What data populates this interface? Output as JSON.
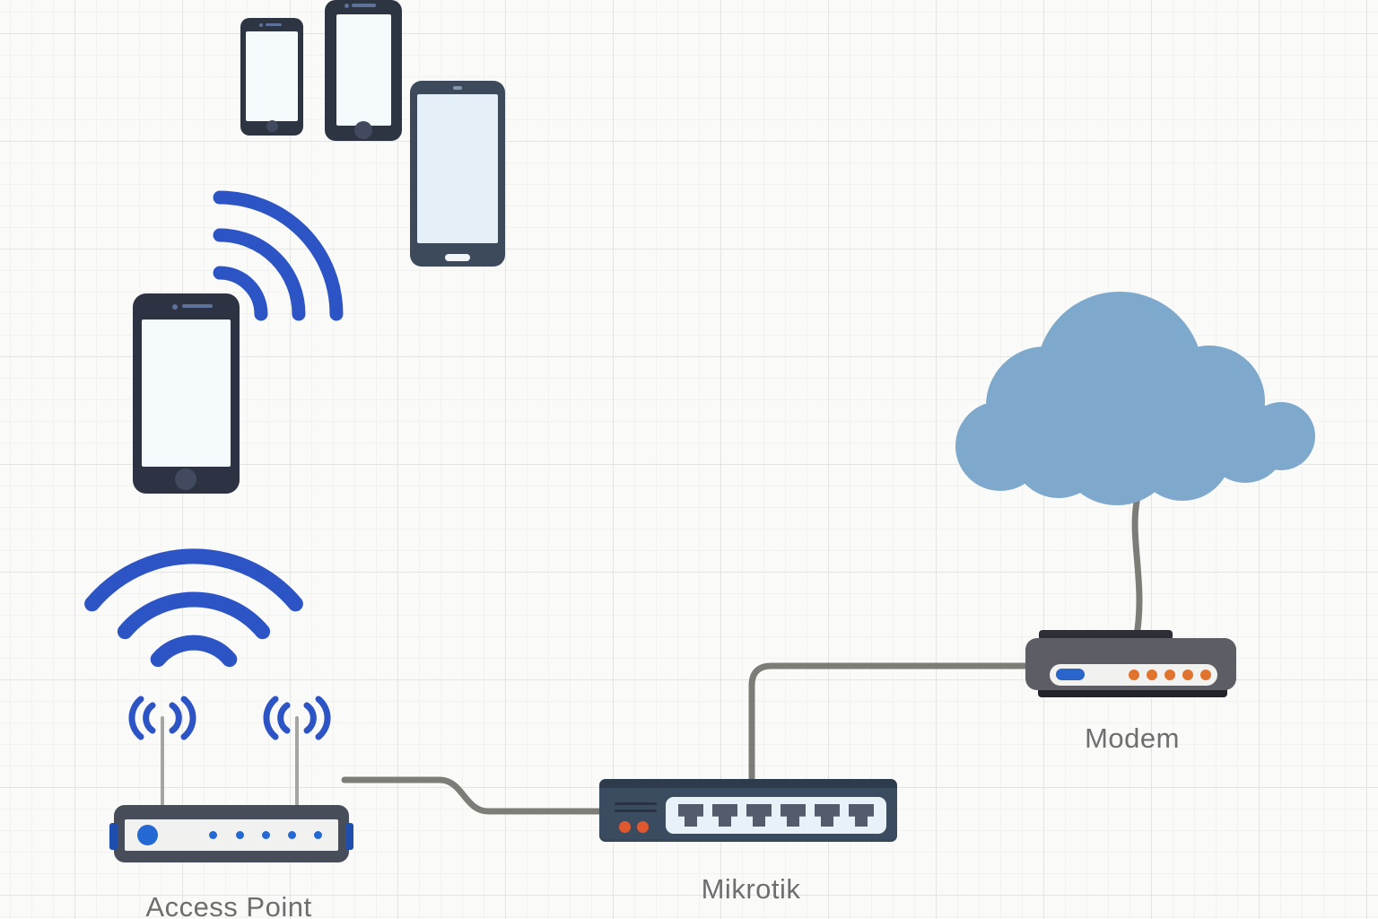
{
  "title": "Network diagram",
  "colors": {
    "wifi_blue": "#2d54c4",
    "led_blue": "#2468d4",
    "status_orange": "#e0592e",
    "cloud_blue": "#7ea9cd",
    "cable_gray": "#7d7d78",
    "label_gray": "#6e6e6e",
    "ap_body": "#474d59",
    "switch_top": "#2d3b4d",
    "switch_body": "#3c4c60",
    "modem_body": "#5d5d66",
    "modem_trim": "#2e2e36",
    "panel_light": "#f1f1ef",
    "port_panel": "#e9f1f8",
    "port_dark": "#525c6d",
    "phone_dark": "#2e3542",
    "phone_slate": "#3c4a5c",
    "screen_white": "#f5fafd",
    "screen_blue": "#e4eff8"
  },
  "nodes": {
    "access_point": {
      "label": "Access Point",
      "antennas": 2,
      "leds": 6
    },
    "mikrotik": {
      "label": "Mikrotik",
      "ports": 6,
      "status_dots": 2
    },
    "modem": {
      "label": "Modem",
      "status_dots": 5
    },
    "cloud": {
      "kind": "internet-cloud"
    },
    "phones": {
      "count": 4
    }
  },
  "edges": [
    {
      "from": "access_point",
      "to": "mikrotik",
      "type": "cable"
    },
    {
      "from": "mikrotik",
      "to": "modem",
      "type": "cable"
    },
    {
      "from": "modem",
      "to": "cloud",
      "type": "cable"
    },
    {
      "from": "phones",
      "to": "access_point",
      "type": "wifi"
    }
  ]
}
